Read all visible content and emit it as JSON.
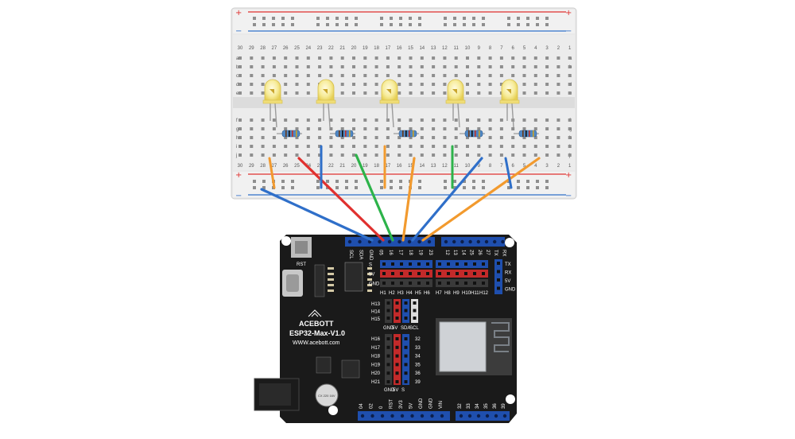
{
  "breadboard": {
    "rail_plus": "+",
    "rail_minus": "−",
    "row_letters_top": [
      "a",
      "b",
      "c",
      "d",
      "e"
    ],
    "row_letters_bottom": [
      "f",
      "g",
      "h",
      "i",
      "j"
    ],
    "columns": [
      "30",
      "29",
      "28",
      "27",
      "26",
      "25",
      "24",
      "23",
      "22",
      "21",
      "20",
      "19",
      "18",
      "17",
      "16",
      "15",
      "14",
      "13",
      "12",
      "11",
      "10",
      "9",
      "8",
      "7",
      "6",
      "5",
      "4",
      "3",
      "2",
      "1"
    ]
  },
  "board": {
    "brand": "ACEBOTT",
    "model": "ESP32-Max-V1.0",
    "url": "WWW.acebott.com",
    "rst_label": "RST",
    "capacitor_label": "CX 220 16V",
    "top_header_left": [
      "SCL",
      "SDA",
      "GND",
      "05",
      "16",
      "17",
      "18",
      "19",
      "23"
    ],
    "top_header_right": [
      "12",
      "13",
      "14",
      "25",
      "26",
      "27",
      "TX",
      "RX"
    ],
    "bottom_header_left": [
      "04",
      "02",
      "0",
      "RST",
      "3V3",
      "5V",
      "GND",
      "GND",
      "VIN"
    ],
    "bottom_header_right": [
      "32",
      "33",
      "34",
      "35",
      "36",
      "39"
    ],
    "sig_row_labels": [
      "S",
      "5V",
      "GND"
    ],
    "hdr_labels_a": [
      "H1",
      "H2",
      "H3",
      "H4",
      "H5",
      "H6"
    ],
    "hdr_labels_b": [
      "H7",
      "H8",
      "H9",
      "H10",
      "H11",
      "H12"
    ],
    "uart_labels": [
      "TX",
      "RX",
      "5V",
      "GND"
    ],
    "mid_h_labels": [
      "H13",
      "H14",
      "H15"
    ],
    "mid_bottom_labels": [
      "GND",
      "5V",
      "SDA",
      "SCL"
    ],
    "lower_h_labels": [
      "H16",
      "H17",
      "H18",
      "H19",
      "H20",
      "H21"
    ],
    "lower_num_labels": [
      "32",
      "33",
      "34",
      "35",
      "36",
      "39"
    ],
    "lower_bottom_labels": [
      "GND",
      "5V",
      "S"
    ]
  },
  "wires": [
    {
      "name": "blue",
      "color": "#2f6fc9"
    },
    {
      "name": "red",
      "color": "#e0312f"
    },
    {
      "name": "green",
      "color": "#2db34a"
    },
    {
      "name": "orange",
      "color": "#f29a2e"
    },
    {
      "name": "blue",
      "color": "#2f6fc9"
    },
    {
      "name": "orange",
      "color": "#f29a2e"
    }
  ]
}
